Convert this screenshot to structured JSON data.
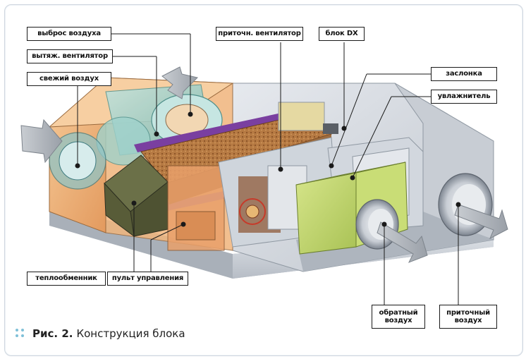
{
  "labels": {
    "exhaust_out": "выброс воздуха",
    "exhaust_fan": "вытяж. вентилятор",
    "fresh_air": "свежий воздух",
    "supply_fan": "приточн. вентилятор",
    "dx_block": "блок DX",
    "damper": "заслонка",
    "humidifier": "увлажнитель",
    "heat_exchanger": "теплообменник",
    "control_panel": "пульт управления",
    "return_air": "обратный воздух",
    "supply_air": "приточный воздух"
  },
  "caption": {
    "figure": "Рис. 2.",
    "title": "Конструкция блока"
  },
  "colors": {
    "accent_dots": "#7fc0d8",
    "label_border": "#1a1a1a",
    "casing": "#d9dde3",
    "filter": "#b2703b",
    "green_panel": "#bfd56a",
    "purple_stripe": "#7a3fa0"
  }
}
